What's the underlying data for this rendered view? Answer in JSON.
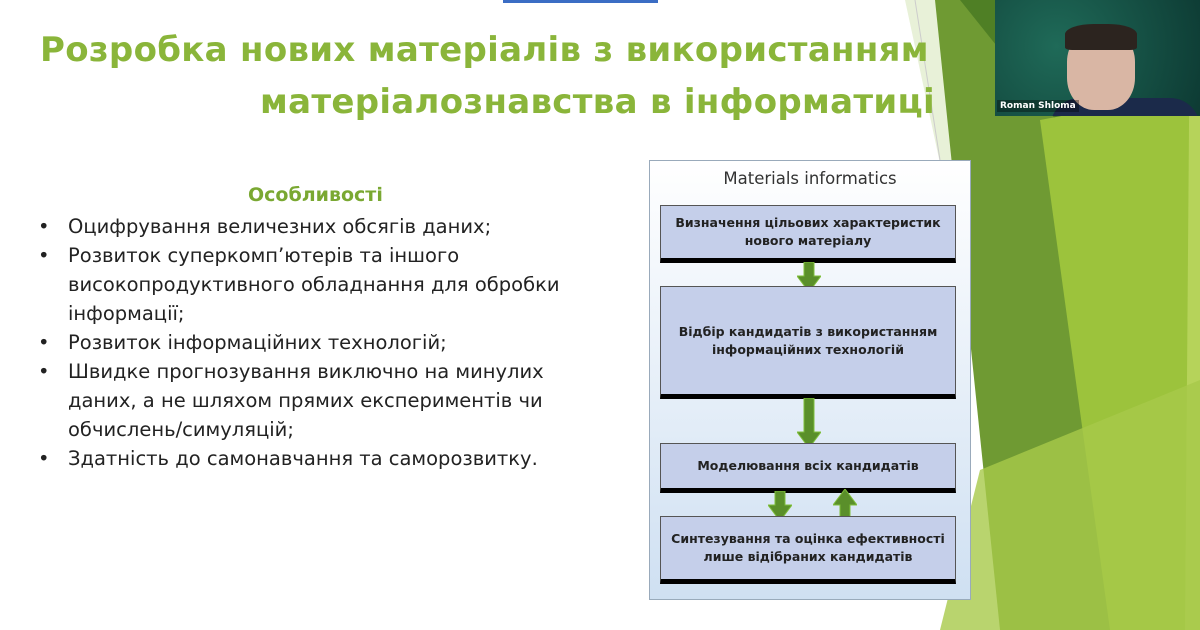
{
  "slide": {
    "title_line1": "Розробка нових матеріалів з використанням",
    "title_line2": "матеріалознавства в інформатиці",
    "subtitle": "Особливості",
    "bullets": [
      "Оцифрування величезних обсягів даних;",
      "Розвиток суперкомп’ютерів та іншого високопродуктивного обладнання для обробки інформації;",
      "Розвиток інформаційних технологій;",
      "Швидке прогнозування виключно на минулих даних, а не шляхом прямих експериментів чи обчислень/симуляцій;",
      "Здатність до самонавчання та саморозвитку."
    ],
    "diagram": {
      "title": "Materials informatics",
      "steps": [
        "Визначення цільових характеристик нового матеріалу",
        "Відбір кандидатів з використанням інформаційних технологій",
        "Моделювання всіх кандидатів",
        "Синтезування та оцінка ефективності лише відібраних кандидатів"
      ]
    }
  },
  "video": {
    "participant_name": "Roman Shloma"
  },
  "colors": {
    "accent": "#8ab53a",
    "dark_green": "#5f8a2a"
  }
}
